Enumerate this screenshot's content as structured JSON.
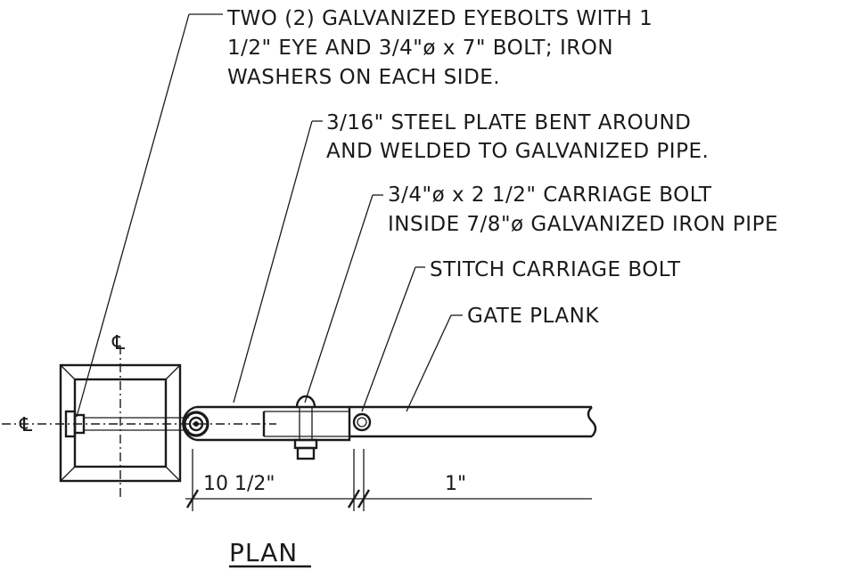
{
  "notes": {
    "eyebolts_line1": "TWO (2) GALVANIZED EYEBOLTS WITH 1",
    "eyebolts_line2": "1/2\" EYE AND 3/4\"ø x 7\" BOLT; IRON",
    "eyebolts_line3": "WASHERS ON EACH SIDE.",
    "plate_line1": "3/16\" STEEL PLATE BENT AROUND",
    "plate_line2": "AND WELDED TO GALVANIZED PIPE.",
    "carriage_line1": "3/4\"ø x 2 1/2\" CARRIAGE BOLT",
    "carriage_line2": "INSIDE 7/8\"ø GALVANIZED IRON PIPE",
    "stitch": "STITCH CARRIAGE BOLT",
    "plank": "GATE PLANK"
  },
  "dimensions": {
    "left": "10 1/2\"",
    "right": "1\""
  },
  "centerline_symbol": "℄",
  "title": "PLAN"
}
